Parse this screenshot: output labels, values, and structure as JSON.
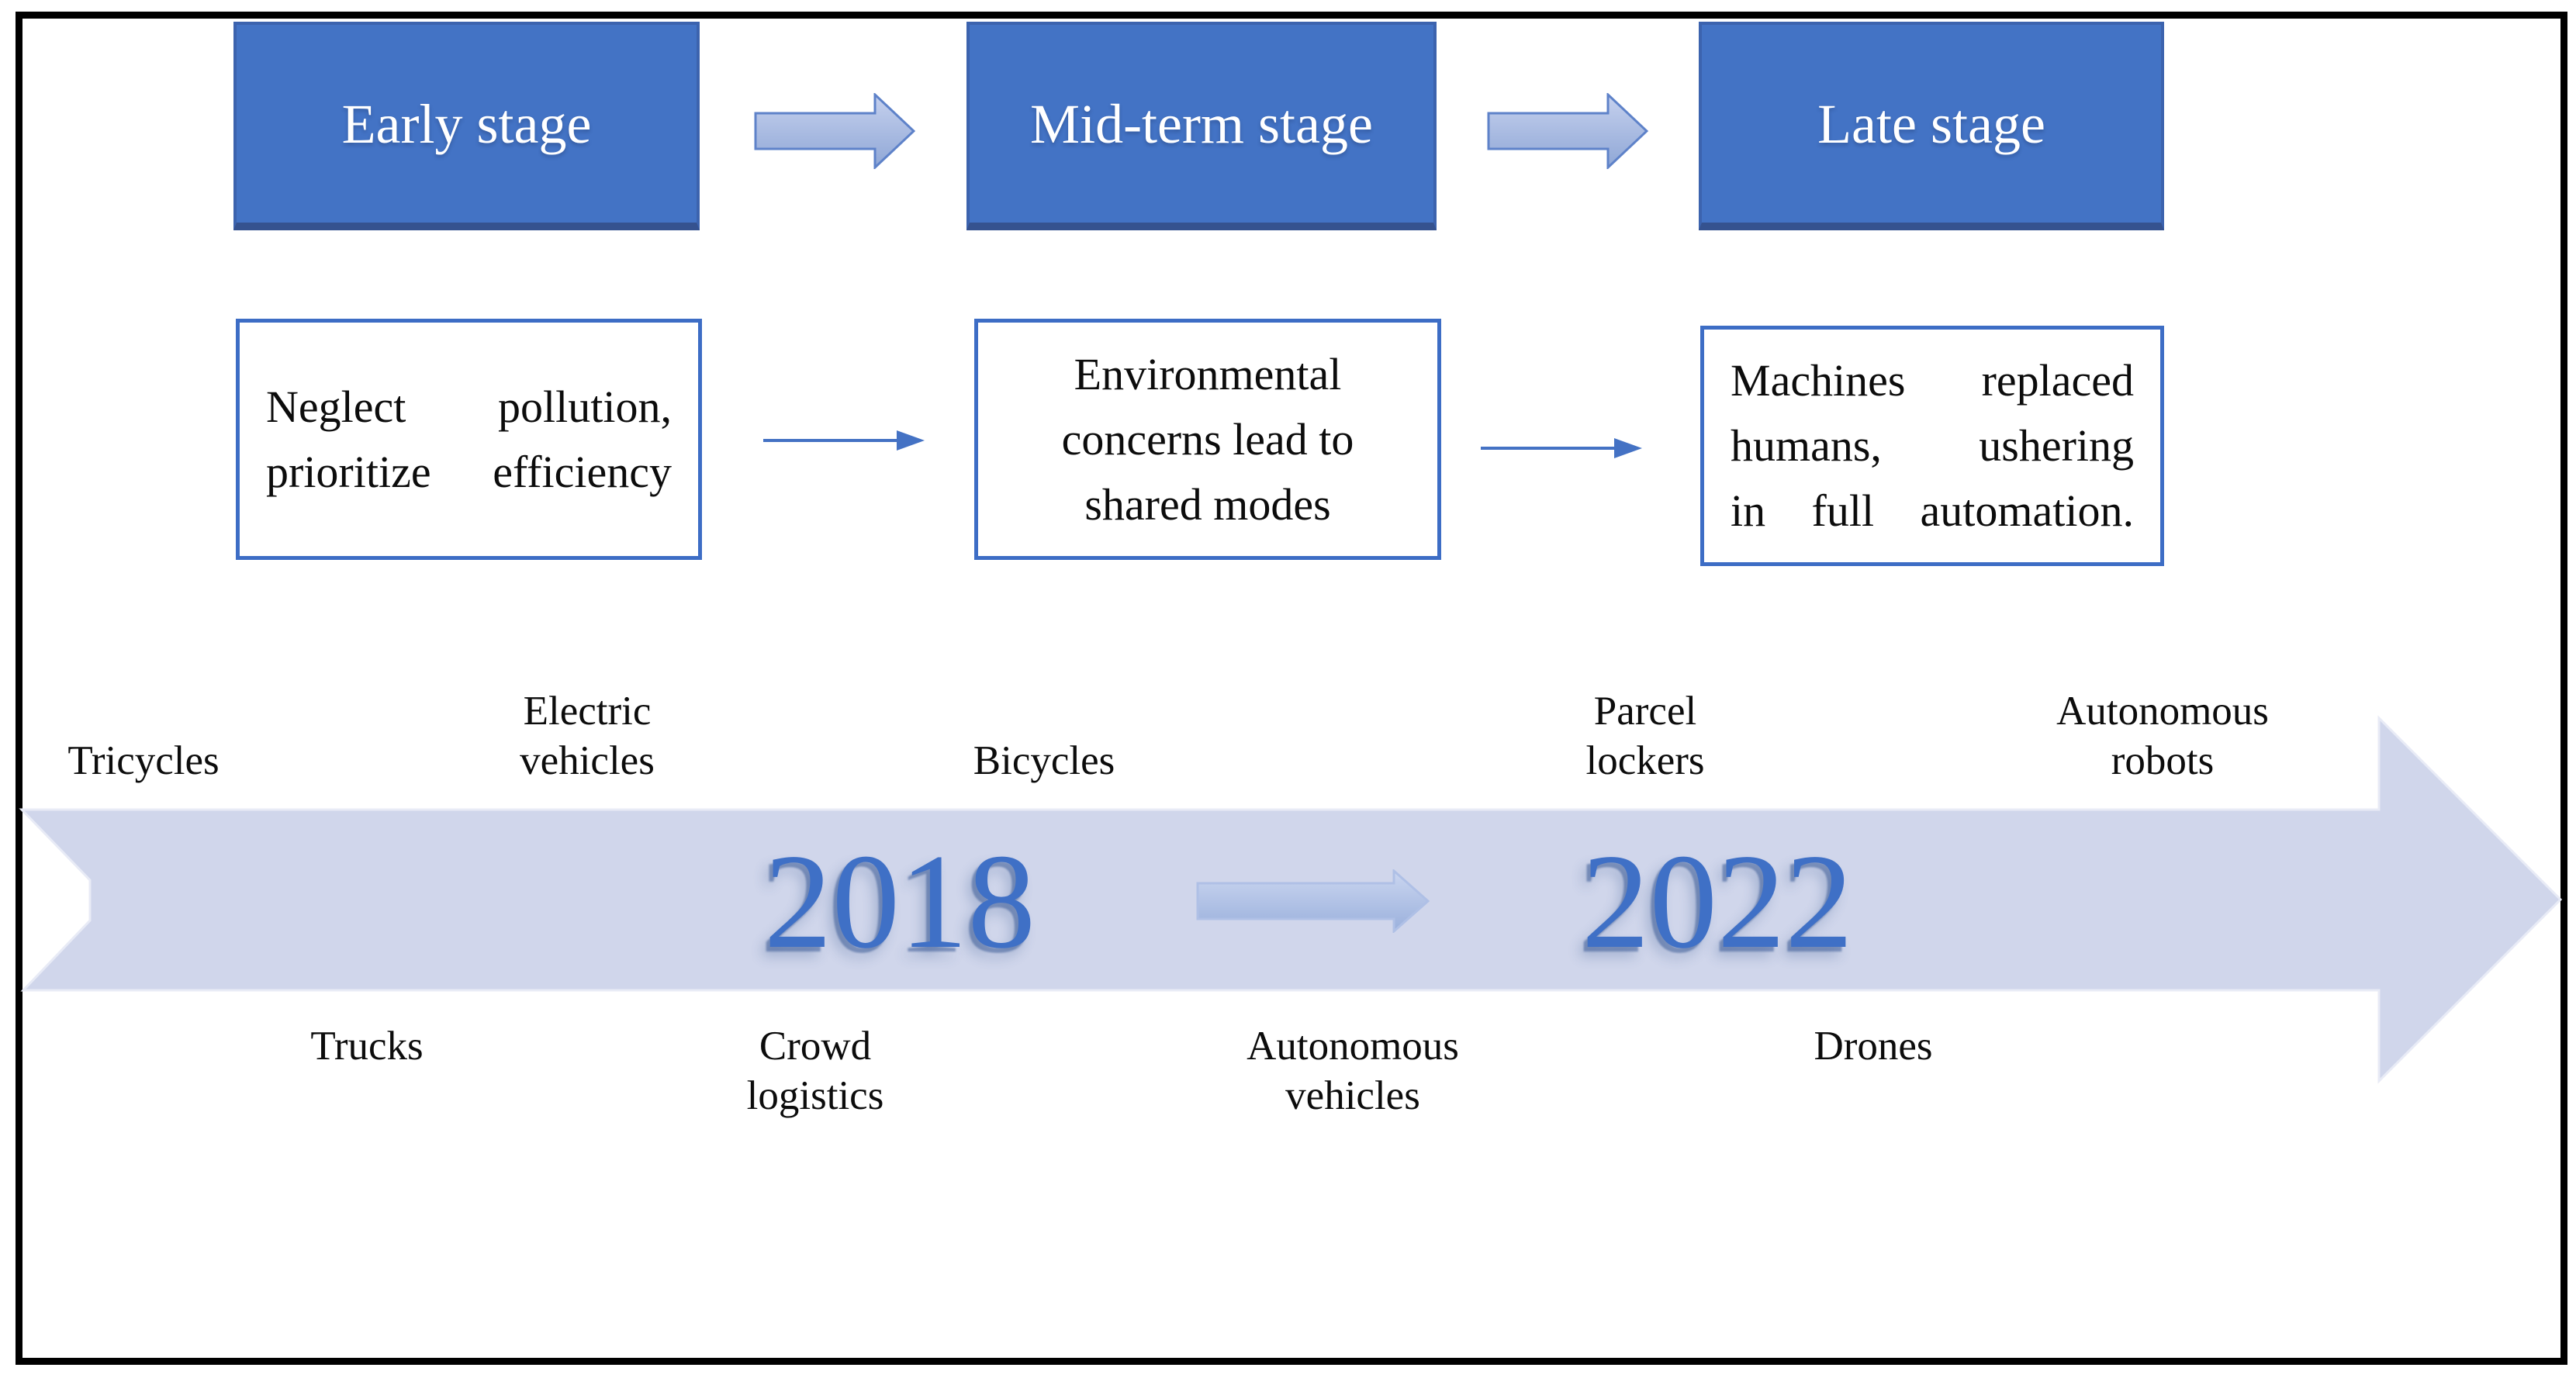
{
  "stages": [
    {
      "label": "Early stage"
    },
    {
      "label": "Mid-term stage"
    },
    {
      "label": "Late stage"
    }
  ],
  "descriptions": [
    {
      "lines": [
        "Neglect pollution,",
        "prioritize efficiency"
      ]
    },
    {
      "lines": [
        "Environmental",
        "concerns lead to",
        "shared modes"
      ]
    },
    {
      "lines": [
        "Machines replaced",
        "humans, ushering",
        "in full automation."
      ]
    }
  ],
  "timeline": {
    "years": [
      {
        "text": "2018"
      },
      {
        "text": "2022"
      }
    ],
    "top_labels": [
      {
        "lines": [
          "Tricycles"
        ]
      },
      {
        "lines": [
          "Electric",
          "vehicles"
        ]
      },
      {
        "lines": [
          "Bicycles"
        ]
      },
      {
        "lines": [
          "Parcel",
          "lockers"
        ]
      },
      {
        "lines": [
          "Autonomous",
          "robots"
        ]
      }
    ],
    "bottom_labels": [
      {
        "lines": [
          "Trucks"
        ]
      },
      {
        "lines": [
          "Crowd",
          "logistics"
        ]
      },
      {
        "lines": [
          "Autonomous",
          "vehicles"
        ]
      },
      {
        "lines": [
          "Drones"
        ]
      }
    ]
  },
  "colors": {
    "stage_fill": "#4373C5",
    "stage_edge": "#35528F",
    "band_fill": "#D0D6EB",
    "year_blue": "#3F70C6",
    "box_border": "#3D6DC5",
    "connector_blue": "#4472C4",
    "frame_black": "#000000"
  }
}
